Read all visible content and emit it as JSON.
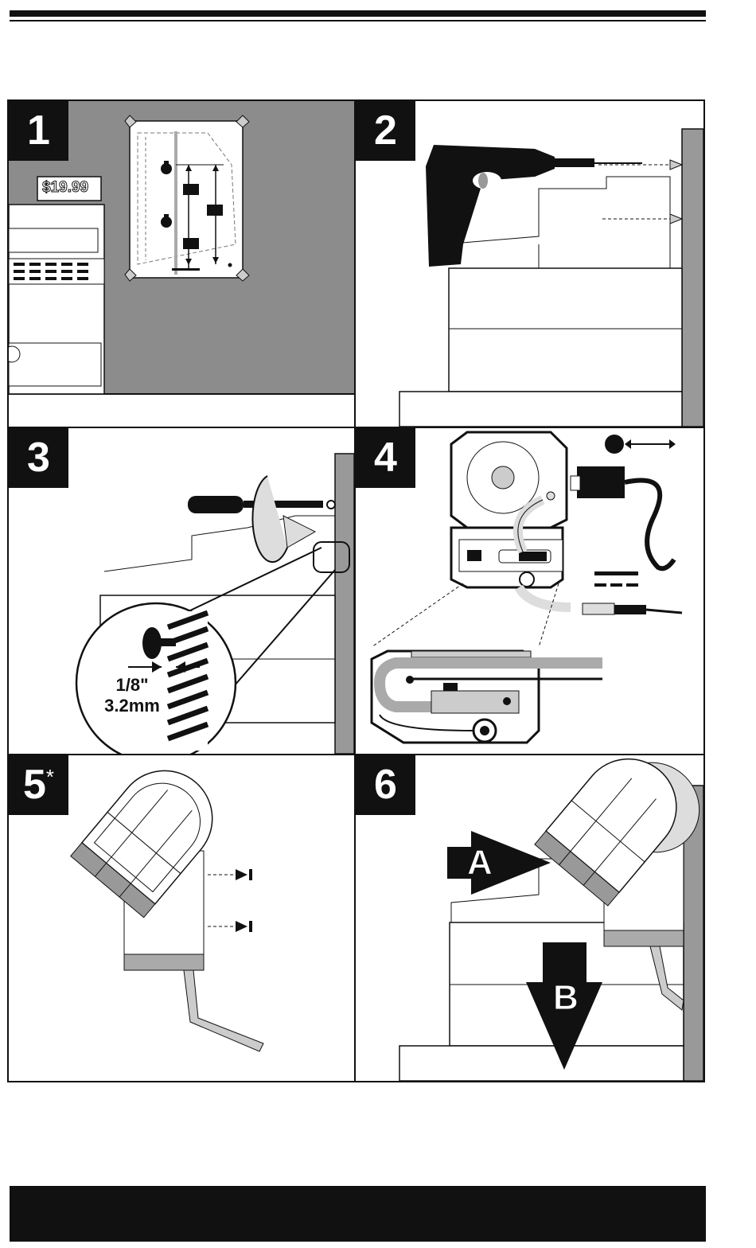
{
  "steps": [
    {
      "number": "1",
      "suffix": ""
    },
    {
      "number": "2",
      "suffix": ""
    },
    {
      "number": "3",
      "suffix": ""
    },
    {
      "number": "4",
      "suffix": ""
    },
    {
      "number": "5",
      "suffix": "*"
    },
    {
      "number": "6",
      "suffix": ""
    }
  ],
  "panel1": {
    "price_label": "$19.99"
  },
  "panel3": {
    "dimension_in": "1/8\"",
    "dimension_mm": "3.2mm"
  },
  "panel6": {
    "arrow_a_label": "A",
    "arrow_b_label": "B"
  },
  "colors": {
    "ink": "#111111",
    "wall_gray": "#999999",
    "panel1_bg": "#8c8c8c",
    "light_gray": "#c8c8c8"
  }
}
